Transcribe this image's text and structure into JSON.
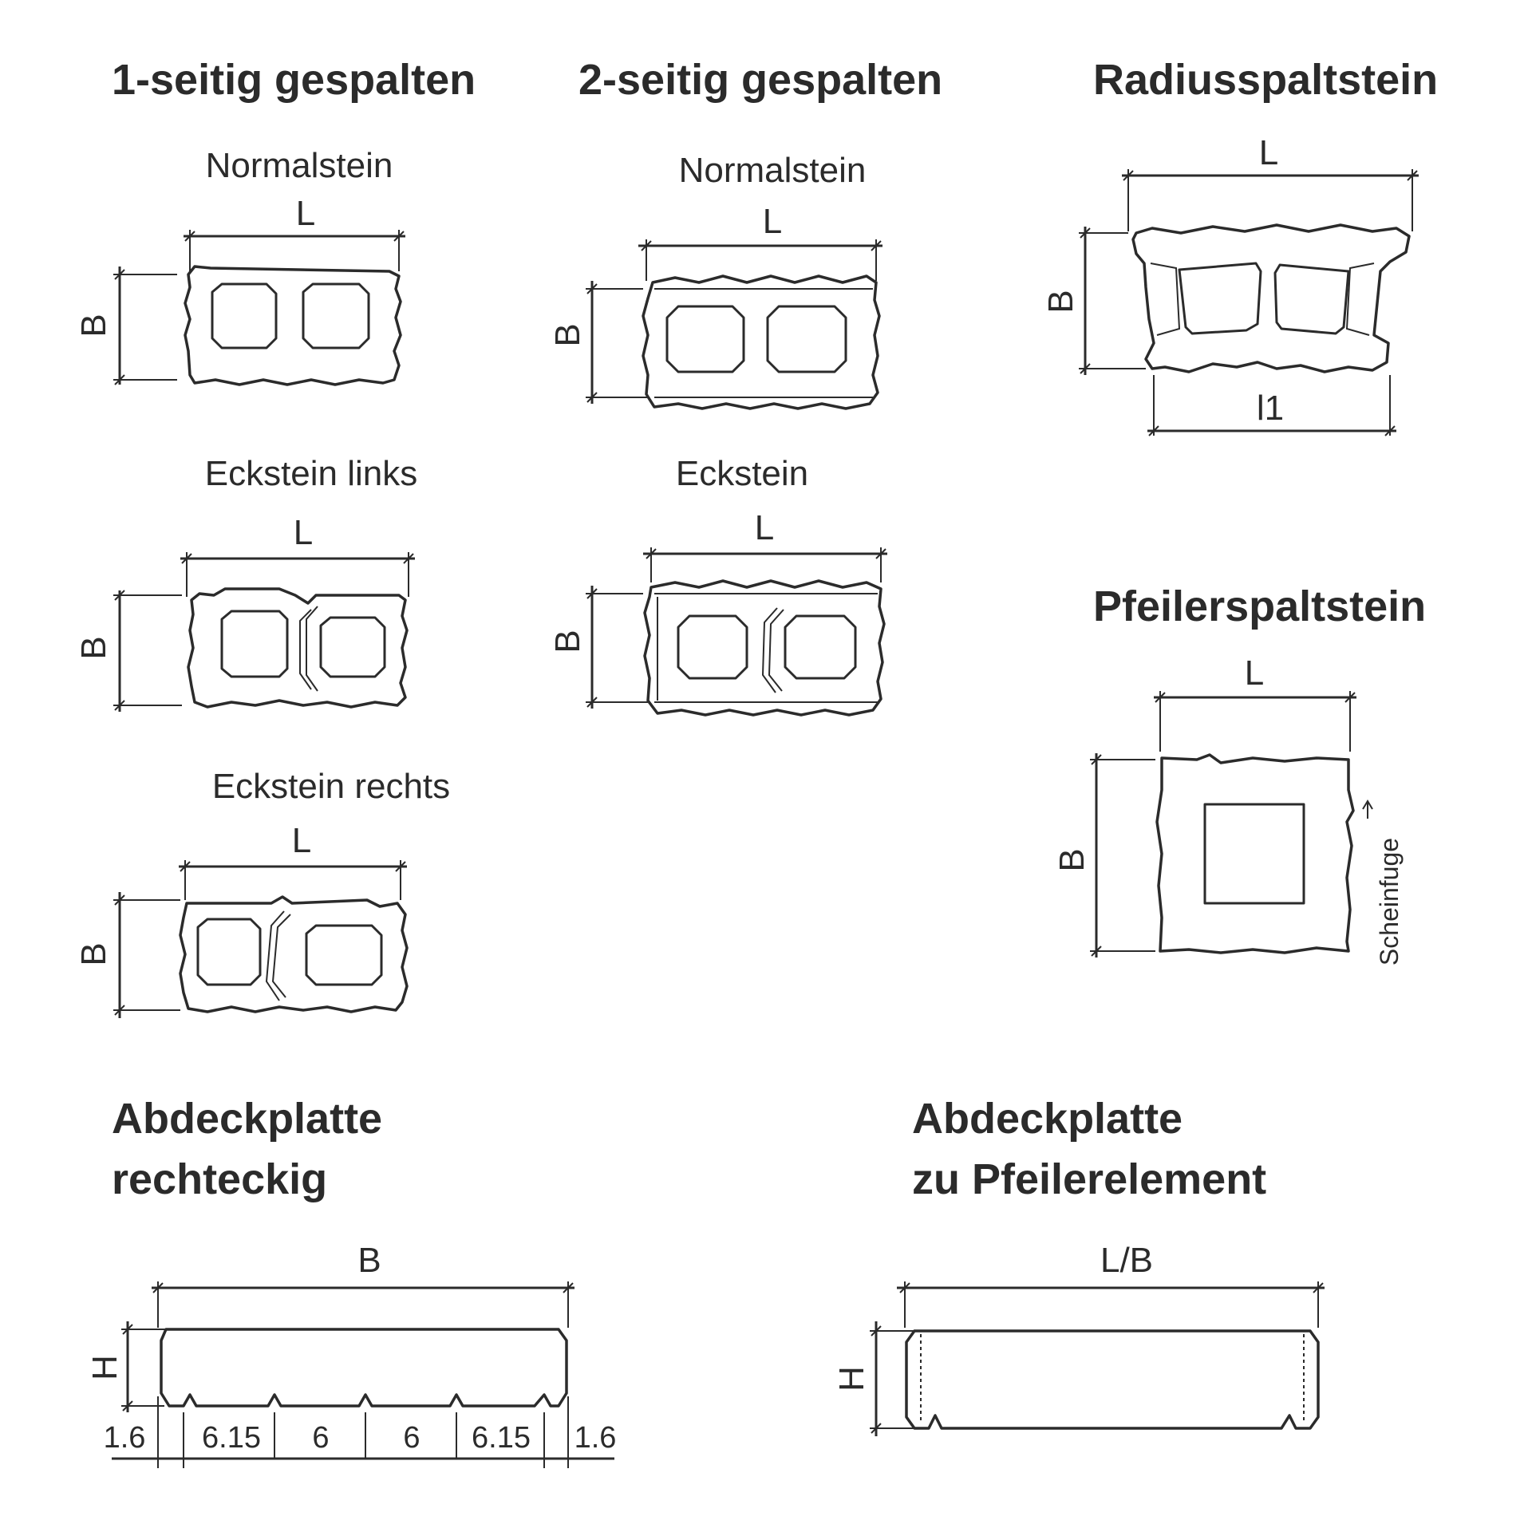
{
  "sections": {
    "one_side": {
      "title": "1-seitig gespalten",
      "normal": {
        "label": "Normalstein",
        "L": "L",
        "B": "B"
      },
      "corner_left": {
        "label": "Eckstein links",
        "L": "L",
        "B": "B"
      },
      "corner_right": {
        "label": "Eckstein rechts",
        "L": "L",
        "B": "B"
      }
    },
    "two_side": {
      "title": "2-seitig gespalten",
      "normal": {
        "label": "Normalstein",
        "L": "L",
        "B": "B"
      },
      "corner": {
        "label": "Eckstein",
        "L": "L",
        "B": "B"
      }
    },
    "radius": {
      "title": "Radiusspaltstein",
      "L": "L",
      "B": "B",
      "l1": "l1"
    },
    "pillar": {
      "title": "Pfeilerspaltstein",
      "L": "L",
      "B": "B",
      "joint_note": "Scheinfuge"
    },
    "cover_rect": {
      "title_line1": "Abdeckplatte",
      "title_line2": "rechteckig",
      "B": "B",
      "H": "H",
      "dims": [
        "1.6",
        "6.15",
        "6",
        "6",
        "6.15",
        "1.6"
      ]
    },
    "cover_pillar": {
      "title_line1": "Abdeckplatte",
      "title_line2": "zu Pfeilerelement",
      "LB": "L/B",
      "H": "H"
    }
  }
}
